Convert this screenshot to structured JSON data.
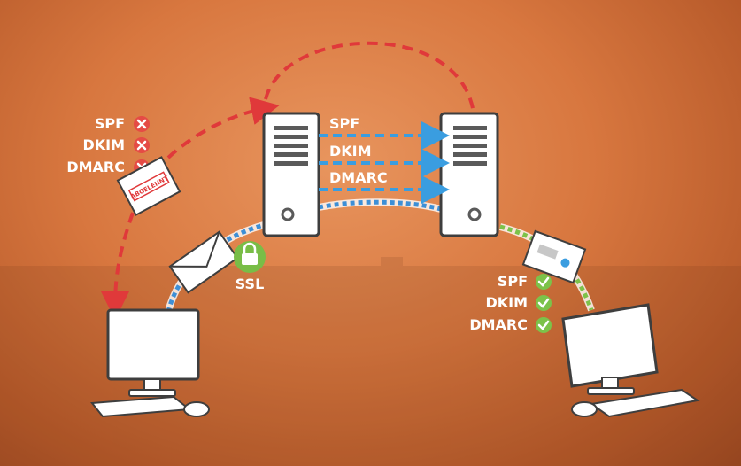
{
  "left_status": {
    "items": [
      {
        "label": "SPF",
        "state": "fail"
      },
      {
        "label": "DKIM",
        "state": "fail"
      },
      {
        "label": "DMARC",
        "state": "fail"
      }
    ],
    "fail_color": "#e54b45"
  },
  "server_checks": [
    "SPF",
    "DKIM",
    "DMARC"
  ],
  "ssl": {
    "label": "SSL",
    "color": "#79bd47"
  },
  "rejected_stamp": "ABGELEHNT",
  "right_status": {
    "items": [
      {
        "label": "SPF",
        "state": "pass"
      },
      {
        "label": "DKIM",
        "state": "pass"
      },
      {
        "label": "DMARC",
        "state": "pass"
      }
    ],
    "pass_color": "#7cc24a"
  },
  "colors": {
    "reject_path": "#e0393a",
    "check_arrows": "#3a9de0",
    "secure_path": "#3d8fd6",
    "delivered_path": "#7cc24a",
    "device": "#ffffff",
    "outline": "#3e3e3e"
  }
}
